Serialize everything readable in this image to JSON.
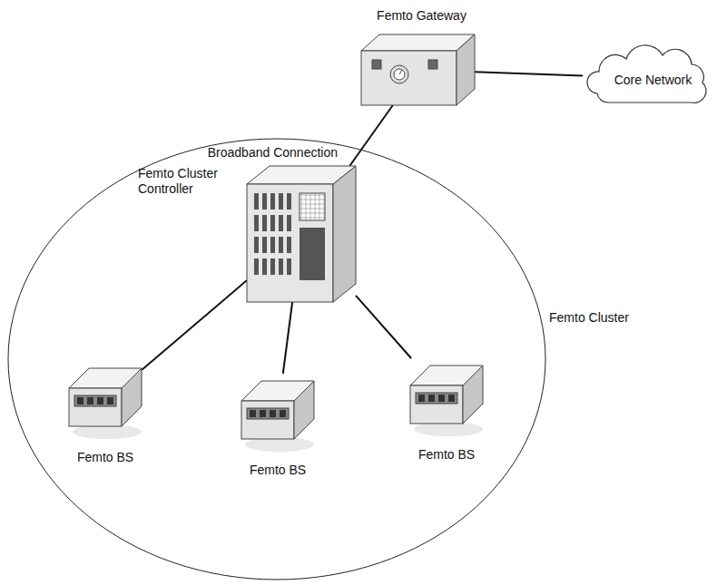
{
  "diagram": {
    "nodes": [
      {
        "text": [
          "Femto Gateway"
        ]
      },
      {
        "text": [
          "Core Network"
        ]
      },
      {
        "text": [
          "Femto Cluster"
        ]
      },
      {
        "text": [
          "Femto Cluster Controller"
        ],
        "in": 2
      },
      {
        "text": [
          "Femto BS"
        ],
        "in": 2
      },
      {
        "text": [
          "Femto BS"
        ],
        "in": 2
      },
      {
        "text": [
          "Femto BS"
        ],
        "in": 2
      }
    ],
    "edges": [
      {
        "from": 0,
        "to": 1,
        "arrow": "none"
      },
      {
        "from": 3,
        "to": 0,
        "arrow": "none"
      },
      {
        "from": 3,
        "to": 4,
        "arrow": "none"
      },
      {
        "from": 3,
        "to": 5,
        "arrow": "none"
      },
      {
        "from": 3,
        "to": 6,
        "arrow": "none"
      }
    ],
    "labels": [
      "Broadband Connection"
    ]
  }
}
